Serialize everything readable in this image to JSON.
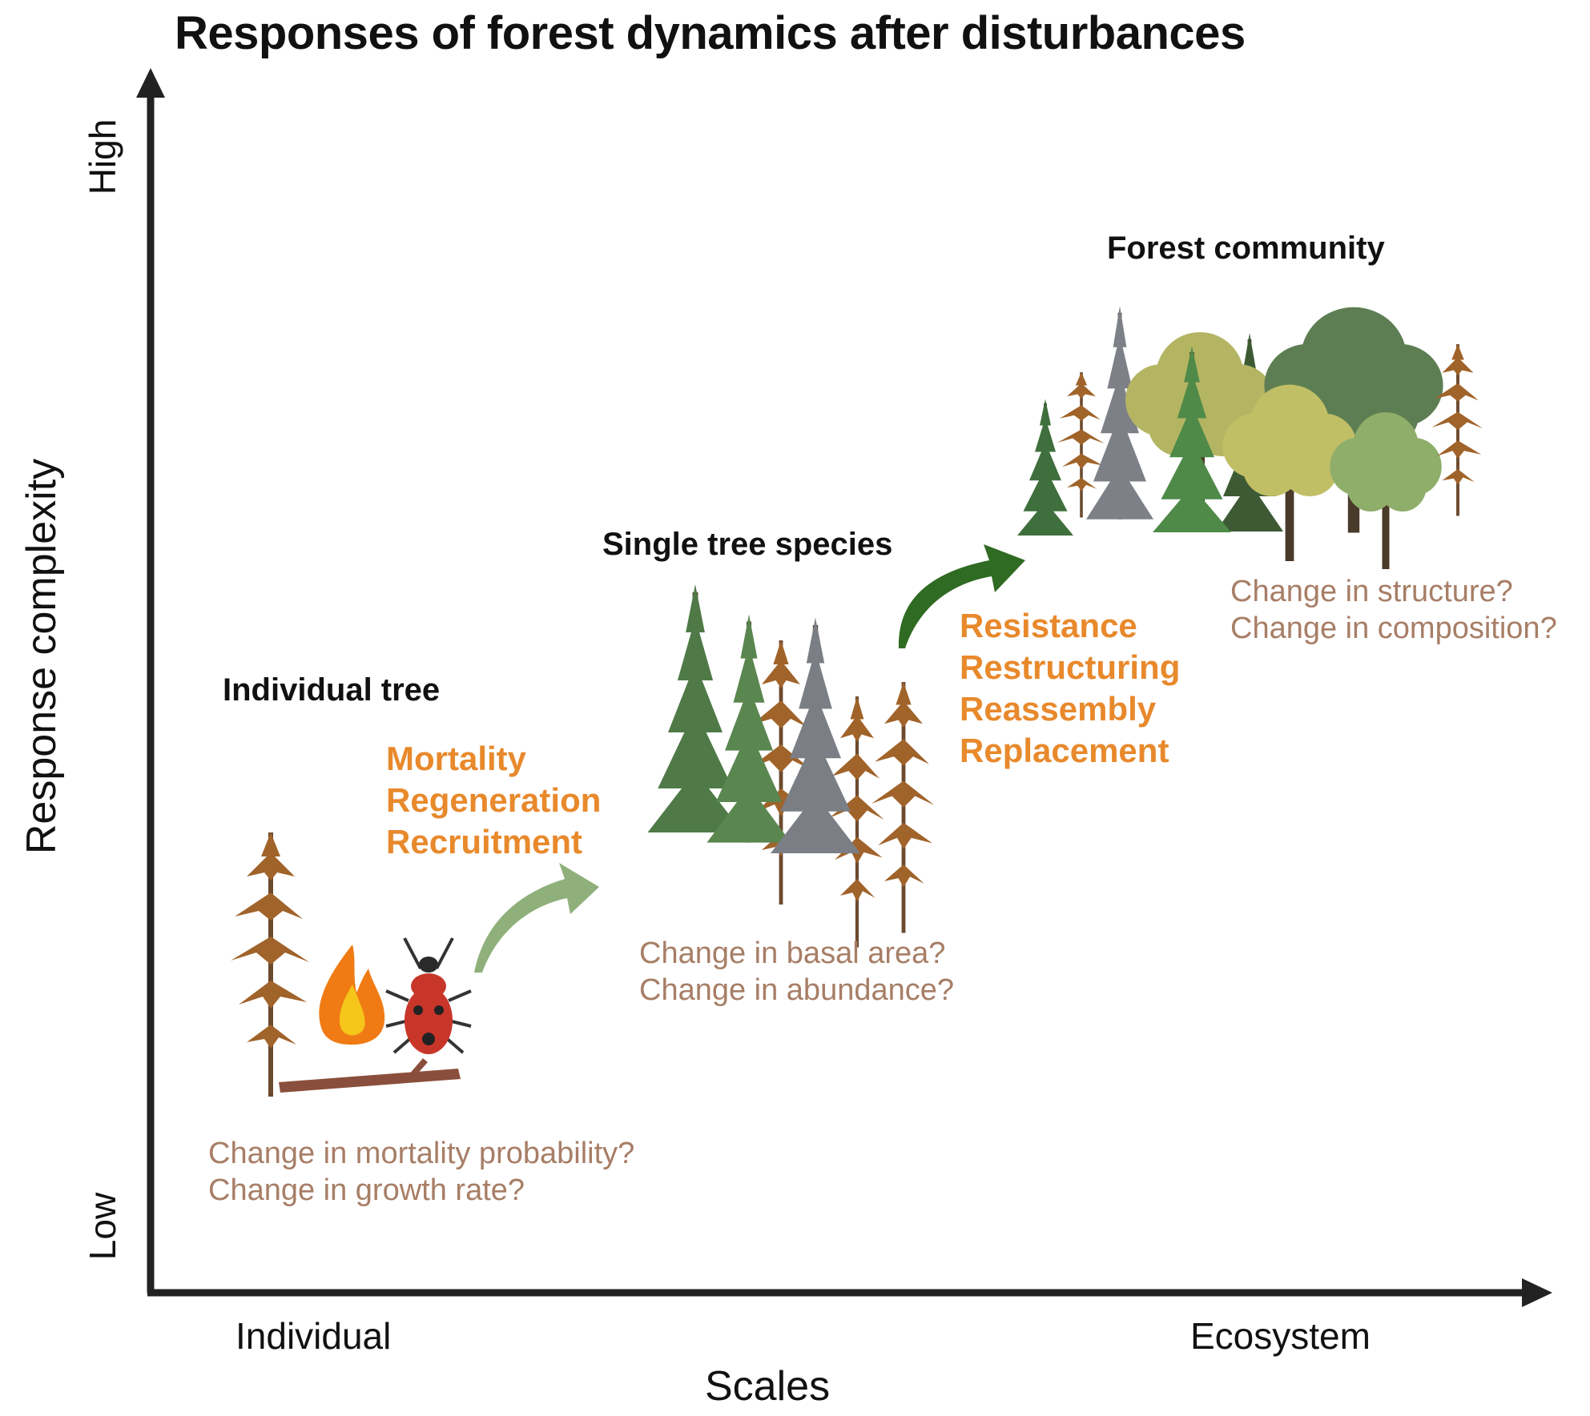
{
  "title": "Responses of forest dynamics after disturbances",
  "y_axis": {
    "label": "Response complexity",
    "high": "High",
    "low": "Low"
  },
  "x_axis": {
    "label": "Scales",
    "left": "Individual",
    "right": "Ecosystem"
  },
  "levels": [
    {
      "heading": "Individual tree",
      "processes": [
        "Mortality",
        "Regeneration",
        "Recruitment"
      ],
      "questions": [
        "Change in mortality probability?",
        "Change in growth rate?"
      ]
    },
    {
      "heading": "Single tree species",
      "processes": [
        "Resistance",
        "Restructuring",
        "Reassembly",
        "Replacement"
      ],
      "questions": [
        "Change in basal area?",
        "Change in abundance?"
      ]
    },
    {
      "heading": "Forest community",
      "processes": [],
      "questions": [
        "Change in structure?",
        "Change in composition?"
      ]
    }
  ],
  "colors": {
    "process_text": "#e8892c",
    "question_text": "#a77e66",
    "axis": "#222222",
    "arrow_light": "#8fb07a",
    "arrow_dark": "#2f6b22"
  },
  "icons": [
    "dead-pine-icon",
    "fire-icon",
    "beetle-icon",
    "fallen-log-icon",
    "conifer-stand-icon",
    "mixed-forest-icon"
  ]
}
